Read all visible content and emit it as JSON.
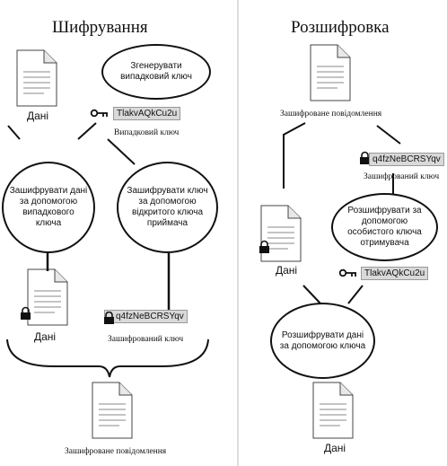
{
  "left": {
    "title": "Шифрування",
    "doc_caption": "Дані",
    "generate_key": "Згенерувати випадковий ключ",
    "random_key_value": "TlakvAQkCu2u",
    "random_key_caption": "Випадковий ключ",
    "encrypt_data": "Зашифрувати дані за допомогою випадкового ключа",
    "encrypt_key": "Зашифрувати ключ за допомогою відкритого ключа приймача",
    "encrypted_doc_caption": "Дані",
    "encrypted_key_value": "q4fzNeBCRSYqv",
    "encrypted_key_caption": "Зашифрований ключ",
    "message_caption": "Зашифроване повідомлення"
  },
  "right": {
    "title": "Розшифровка",
    "message_caption": "Зашифроване повідомлення",
    "encrypted_key_value": "q4fzNeBCRSYqv",
    "encrypted_key_caption": "Зашифрований ключ",
    "decrypt_key": "Розшифрувати за допомогою особистого ключа отримувача",
    "locked_doc_caption": "Дані",
    "random_key_value": "TlakvAQkCu2u",
    "decrypt_data": "Розшифрувати дані за допомогою ключа",
    "doc_caption": "Дані"
  }
}
